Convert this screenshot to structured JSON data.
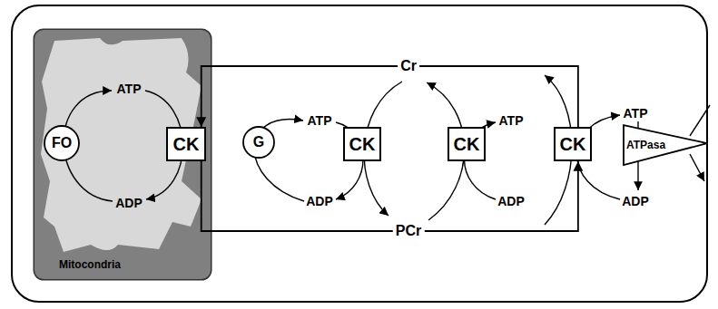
{
  "diagram": {
    "nodes": [
      {
        "text": [
          "Mitocondria"
        ]
      },
      {
        "text": [
          "FO"
        ],
        "in": 0
      },
      {
        "text": [
          "CK"
        ],
        "in": 0
      },
      {
        "text": [
          "G"
        ]
      },
      {
        "text": [
          "CK"
        ]
      },
      {
        "text": [
          "CK"
        ]
      },
      {
        "text": [
          "CK"
        ]
      },
      {
        "text": [
          "ATPasa"
        ]
      }
    ],
    "edges": [
      {
        "from": 2,
        "to": 6,
        "label": "PCr",
        "arrow": "to"
      },
      {
        "from": 6,
        "to": 2,
        "label": "Cr",
        "arrow": "to"
      }
    ],
    "labels": [
      "ATP",
      "ADP",
      "ATP",
      "ADP",
      "ATP",
      "ADP",
      "ATP",
      "ADP"
    ]
  }
}
